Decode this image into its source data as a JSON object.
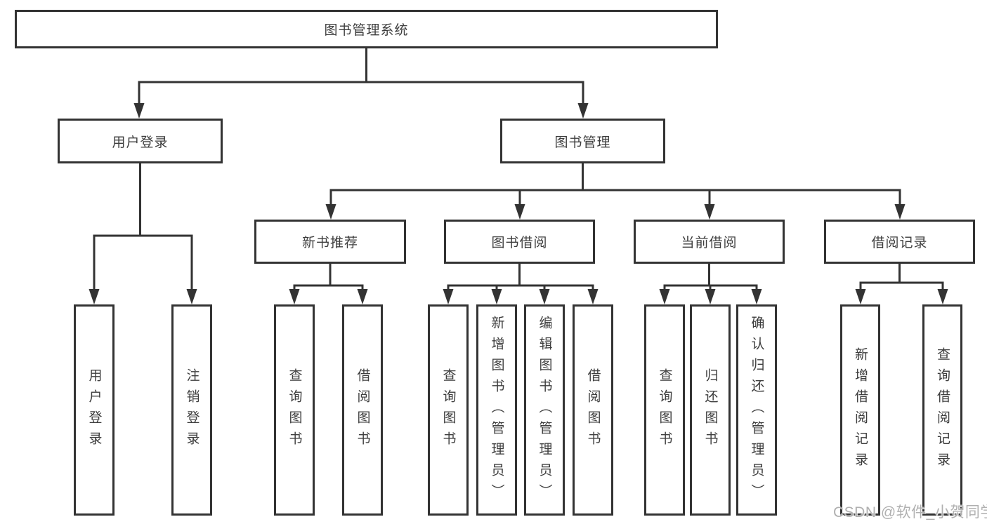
{
  "diagram": {
    "root": {
      "label": "图书管理系统"
    },
    "branches": [
      {
        "label": "用户登录",
        "children": [
          {
            "label": "用户登录"
          },
          {
            "label": "注销登录"
          }
        ]
      },
      {
        "label": "图书管理",
        "children": [
          {
            "label": "新书推荐",
            "children": [
              {
                "label": "查询图书"
              },
              {
                "label": "借阅图书"
              }
            ]
          },
          {
            "label": "图书借阅",
            "children": [
              {
                "label": "查询图书"
              },
              {
                "label": "新增图书（管理员）"
              },
              {
                "label": "编辑图书（管理员）"
              },
              {
                "label": "借阅图书"
              }
            ]
          },
          {
            "label": "当前借阅",
            "children": [
              {
                "label": "查询图书"
              },
              {
                "label": "归还图书"
              },
              {
                "label": "确认归还（管理员）"
              }
            ]
          },
          {
            "label": "借阅记录",
            "children": [
              {
                "label": "新增借阅记录"
              },
              {
                "label": "查询借阅记录"
              }
            ]
          }
        ]
      }
    ]
  },
  "watermark": {
    "text": "CSDN @软件_小贺同学"
  },
  "colors": {
    "line": "#333333",
    "text": "#3d3d3d",
    "watermark": "#b0b0b0",
    "background": "#ffffff"
  }
}
